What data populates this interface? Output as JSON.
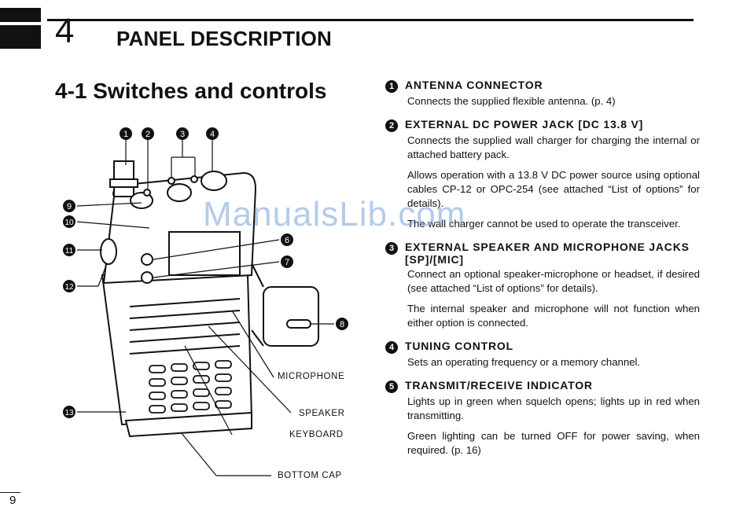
{
  "chapter": {
    "number": "4",
    "title": "PANEL DESCRIPTION"
  },
  "section": {
    "title": "4-1 Switches and controls"
  },
  "page": {
    "number": "9"
  },
  "watermark": "ManualsLib.com",
  "figure": {
    "top_callouts": [
      "1",
      "2",
      "3",
      "4"
    ],
    "left_callouts": [
      "9",
      "10",
      "11",
      "12",
      "13"
    ],
    "right_callouts": [
      "6",
      "7",
      "8"
    ],
    "labels": {
      "microphone": "MICROPHONE",
      "speaker": "SPEAKER",
      "keyboard": "KEYBOARD",
      "bottom_cap": "BOTTOM CAP"
    }
  },
  "items": [
    {
      "num": "1",
      "title": "ANTENNA CONNECTOR",
      "paragraphs": [
        "Connects the supplied flexible antenna. (p. 4)"
      ]
    },
    {
      "num": "2",
      "title": "EXTERNAL DC POWER JACK [DC 13.8 V]",
      "paragraphs": [
        "Connects the supplied wall charger for charging the internal or attached battery pack.",
        "Allows operation with a 13.8 V DC power source using optional cables CP-12 or OPC-254 (see attached “List of options” for details).",
        "The wall charger cannot be used to operate the transceiver."
      ]
    },
    {
      "num": "3",
      "title": "EXTERNAL SPEAKER AND MICROPHONE JACKS [SP]/[MIC]",
      "paragraphs": [
        "Connect an optional speaker-microphone or headset, if desired (see attached “List of options” for details).",
        "The internal speaker and microphone will not function when either option is connected."
      ]
    },
    {
      "num": "4",
      "title": "TUNING CONTROL",
      "paragraphs": [
        "Sets an operating frequency or a memory channel."
      ]
    },
    {
      "num": "5",
      "title": "TRANSMIT/RECEIVE INDICATOR",
      "paragraphs": [
        "Lights up in green when squelch opens; lights up in red when transmitting.",
        "Green lighting can be turned OFF for power saving, when required. (p. 16)"
      ]
    }
  ]
}
